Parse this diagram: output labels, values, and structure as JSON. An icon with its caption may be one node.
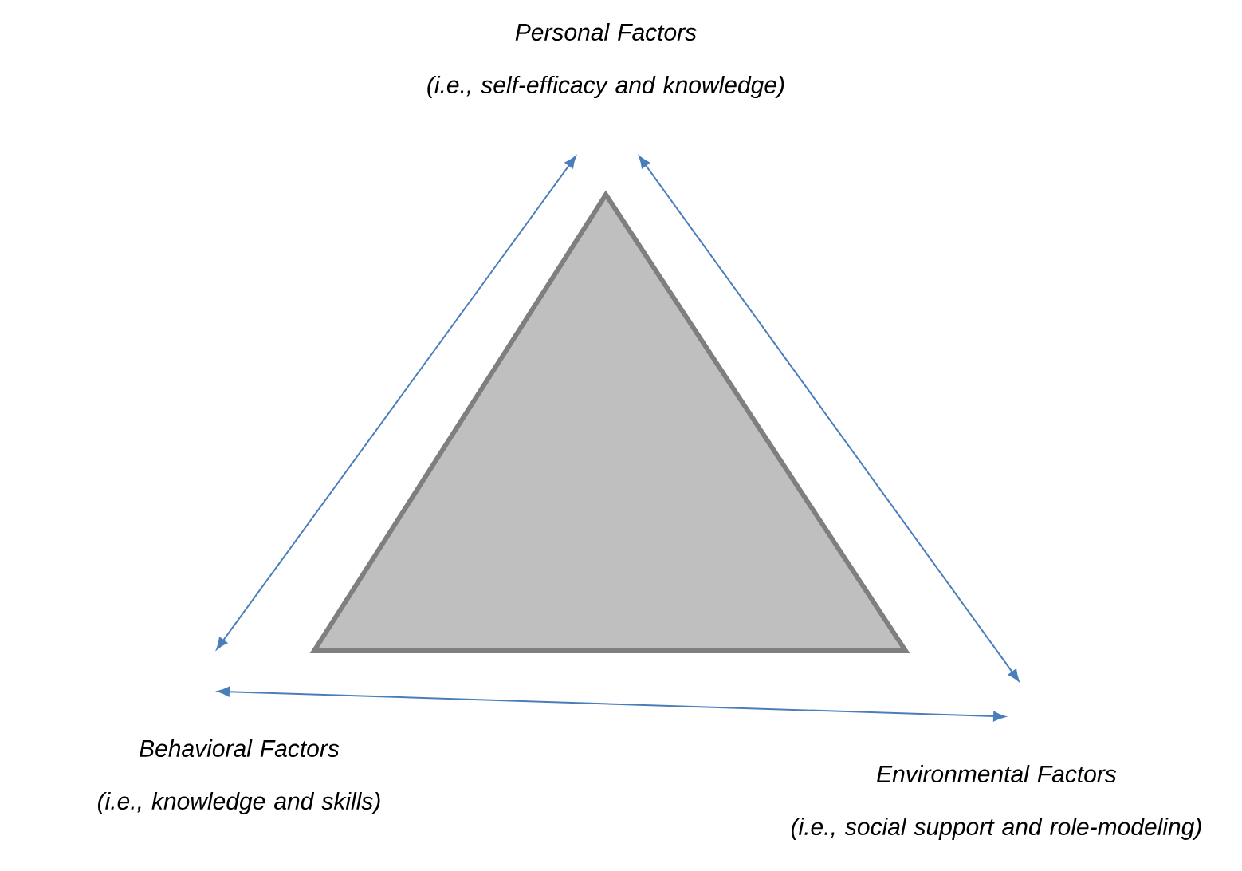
{
  "diagram": {
    "nodes": [
      {
        "text": [
          "Personal Factors",
          "(i.e., self-efficacy and knowledge)"
        ]
      },
      {
        "text": [
          "Behavioral Factors",
          "(i.e., knowledge and skills)"
        ]
      },
      {
        "text": [
          "Environmental Factors",
          "(i.e., social support and role-modeling)"
        ]
      }
    ],
    "edges": [
      {
        "from": 0,
        "to": 1,
        "arrow": "both"
      },
      {
        "from": 0,
        "to": 2,
        "arrow": "both"
      },
      {
        "from": 1,
        "to": 2,
        "arrow": "both"
      }
    ]
  }
}
